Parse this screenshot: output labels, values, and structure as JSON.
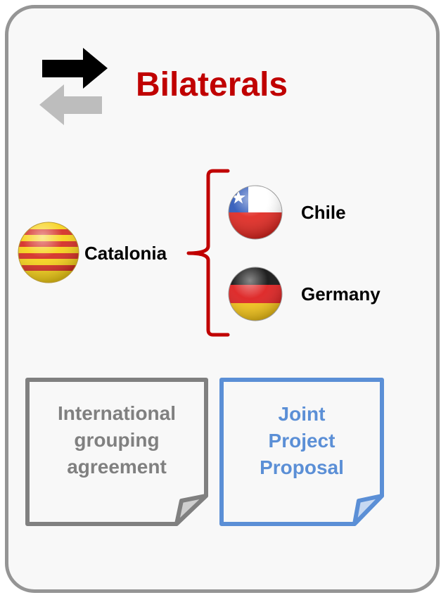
{
  "title": "Bilaterals",
  "regions": {
    "catalonia": "Catalonia",
    "chile": "Chile",
    "germany": "Germany"
  },
  "documents": {
    "left_lines": [
      "International",
      "grouping",
      "agreement"
    ],
    "right_lines": [
      "Joint",
      "Project",
      "Proposal"
    ]
  },
  "icons": {
    "arrows": "exchange-arrows-icon",
    "catalonia": "catalonia-flag-icon",
    "chile": "chile-flag-icon",
    "germany": "germany-flag-icon"
  },
  "colors": {
    "title": "#c00000",
    "brace": "#c00000",
    "left_doc": "#808080",
    "right_doc": "#5b8fd6",
    "card_border": "#959595"
  }
}
